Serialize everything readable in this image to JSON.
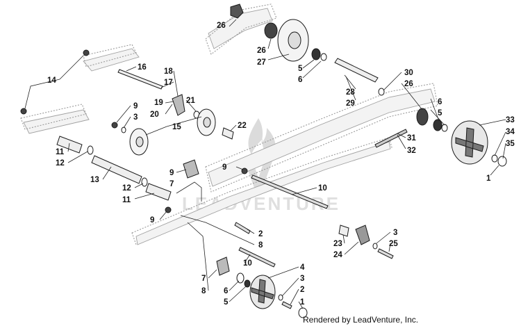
{
  "credit": "Rendered by LeadVenture, Inc.",
  "watermark": {
    "text": "LEADVENTURE"
  },
  "callouts": [
    {
      "id": "c26a",
      "label": "26"
    },
    {
      "id": "c26b",
      "label": "26"
    },
    {
      "id": "c27",
      "label": "27"
    },
    {
      "id": "c5a",
      "label": "5"
    },
    {
      "id": "c6a",
      "label": "6"
    },
    {
      "id": "c28",
      "label": "28"
    },
    {
      "id": "c29",
      "label": "29"
    },
    {
      "id": "c30",
      "label": "30"
    },
    {
      "id": "c26c",
      "label": "26"
    },
    {
      "id": "c6b",
      "label": "6"
    },
    {
      "id": "c5b",
      "label": "5"
    },
    {
      "id": "c33",
      "label": "33"
    },
    {
      "id": "c34",
      "label": "34"
    },
    {
      "id": "c35",
      "label": "35"
    },
    {
      "id": "c1a",
      "label": "1"
    },
    {
      "id": "c31",
      "label": "31"
    },
    {
      "id": "c32",
      "label": "32"
    },
    {
      "id": "c14",
      "label": "14"
    },
    {
      "id": "c16",
      "label": "16"
    },
    {
      "id": "c18",
      "label": "18"
    },
    {
      "id": "c17",
      "label": "17"
    },
    {
      "id": "c19",
      "label": "19"
    },
    {
      "id": "c20",
      "label": "20"
    },
    {
      "id": "c21",
      "label": "21"
    },
    {
      "id": "c9a",
      "label": "9"
    },
    {
      "id": "c3a",
      "label": "3"
    },
    {
      "id": "c15",
      "label": "15"
    },
    {
      "id": "c22",
      "label": "22"
    },
    {
      "id": "c11a",
      "label": "11"
    },
    {
      "id": "c12a",
      "label": "12"
    },
    {
      "id": "c13",
      "label": "13"
    },
    {
      "id": "c12b",
      "label": "12"
    },
    {
      "id": "c11b",
      "label": "11"
    },
    {
      "id": "c9b",
      "label": "9"
    },
    {
      "id": "c7a",
      "label": "7"
    },
    {
      "id": "c9c",
      "label": "9"
    },
    {
      "id": "c10a",
      "label": "10"
    },
    {
      "id": "c9d",
      "label": "9"
    },
    {
      "id": "c2a",
      "label": "2"
    },
    {
      "id": "c8a",
      "label": "8"
    },
    {
      "id": "c10b",
      "label": "10"
    },
    {
      "id": "c23",
      "label": "23"
    },
    {
      "id": "c24",
      "label": "24"
    },
    {
      "id": "c3b",
      "label": "3"
    },
    {
      "id": "c25",
      "label": "25"
    },
    {
      "id": "c7b",
      "label": "7"
    },
    {
      "id": "c8b",
      "label": "8"
    },
    {
      "id": "c6c",
      "label": "6"
    },
    {
      "id": "c5c",
      "label": "5"
    },
    {
      "id": "c4",
      "label": "4"
    },
    {
      "id": "c3c",
      "label": "3"
    },
    {
      "id": "c2b",
      "label": "2"
    },
    {
      "id": "c1b",
      "label": "1"
    }
  ]
}
